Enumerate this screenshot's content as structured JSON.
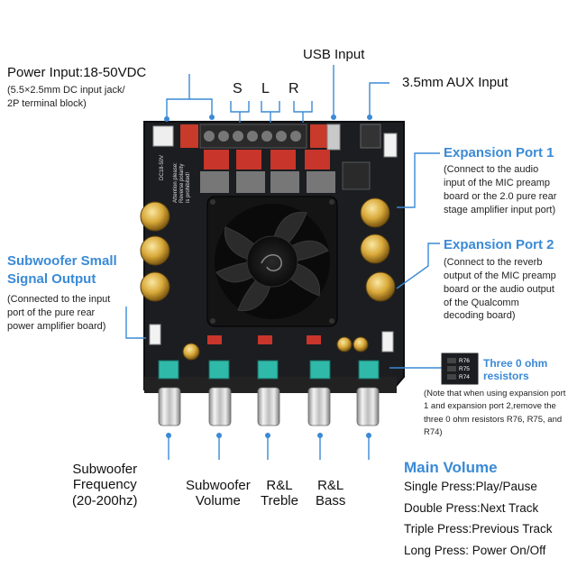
{
  "power_input": {
    "title": "Power Input:18-50VDC",
    "desc_line1": "(5.5×2.5mm DC input jack/",
    "desc_line2": "2P terminal block)"
  },
  "channel_labels": {
    "s": "S",
    "l": "L",
    "r": "R"
  },
  "usb_input": "USB Input",
  "aux_input": "3.5mm AUX Input",
  "expansion_port_1": {
    "title": "Expansion Port 1",
    "desc": [
      "(Connect to the audio",
      "input of the MIC preamp",
      "board or the 2.0 pure rear",
      "stage amplifier input port)"
    ]
  },
  "expansion_port_2": {
    "title": "Expansion Port 2",
    "desc": [
      "(Connect to the reverb",
      "output of the MIC preamp",
      "board or the audio output",
      "of the Qualcomm",
      "decoding board)"
    ]
  },
  "subwoofer_small_signal": {
    "title_line1": "Subwoofer Small",
    "title_line2": "Signal Output",
    "desc": [
      "(Connected to the input",
      "port of the pure rear",
      "power amplifier board)"
    ]
  },
  "resistors": {
    "title_line1": "Three 0 ohm",
    "title_line2": "resistors",
    "chip_labels": [
      "R76",
      "R75",
      "R74"
    ],
    "note": [
      "(Note that when using expansion port",
      "1 and expansion port 2,remove the",
      "three 0 ohm resistors R76, R75, and",
      "R74)"
    ]
  },
  "knobs": {
    "sub_freq": [
      "Subwoofer",
      "Frequency",
      "(20-200hz)"
    ],
    "sub_vol": [
      "Subwoofer",
      "Volume"
    ],
    "treble": [
      "R&L",
      "Treble"
    ],
    "bass": [
      "R&L",
      "Bass"
    ]
  },
  "main_volume": {
    "title": "Main Volume",
    "lines": [
      "Single Press:Play/Pause",
      "Double Press:Next Track",
      "Triple Press:Previous Track",
      "Long Press: Power On/Off"
    ]
  },
  "board_print": {
    "warning": [
      "Attention please:",
      "Reverse polarity",
      "is prohibited!"
    ],
    "model": "DC18-50V"
  },
  "colors": {
    "accent_blue": "#3a8ad6",
    "board": "#1b1d21",
    "pot_teal": "#2fb9a9"
  }
}
